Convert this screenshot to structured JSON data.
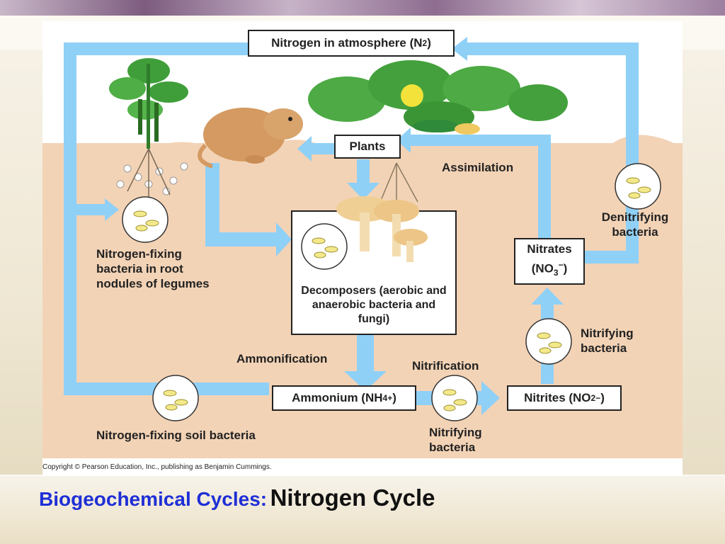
{
  "boxes": {
    "atmosphere": "Nitrogen in atmosphere (N",
    "atmosphere_sub": "2",
    "atmosphere_end": ")",
    "plants": "Plants",
    "decomposers": "Decomposers (aerobic and anaerobic bacteria and fungi)",
    "ammonium": "Ammonium (NH",
    "ammonium_sub": "4",
    "ammonium_sup": "+",
    "ammonium_end": ")",
    "nitrites": "Nitrites (NO",
    "nitrites_sub": "2",
    "nitrites_sup": "−",
    "nitrites_end": ")",
    "nitrates_line1": "Nitrates",
    "nitrates_line2": "(NO",
    "nitrates_sub": "3",
    "nitrates_sup": "−",
    "nitrates_end": ")"
  },
  "labels": {
    "assimilation": "Assimilation",
    "denitrifying": "Denitrifying bacteria",
    "nitrogen_fixing_root": "Nitrogen-fixing bacteria in root nodules of legumes",
    "ammonification": "Ammonification",
    "nitrification": "Nitrification",
    "nitrifying_top": "Nitrifying bacteria",
    "nitrifying_bottom": "Nitrifying bacteria",
    "nitrogen_fixing_soil": "Nitrogen-fixing soil bacteria"
  },
  "copyright": "Copyright © Pearson Education, Inc., publishing as Benjamin Cummings.",
  "title": {
    "prefix": "Biogeochemical Cycles:",
    "main": "Nitrogen Cycle"
  },
  "colors": {
    "arrow": "#8fd0f7",
    "soil": "#f3d3b6",
    "title_blue": "#1f2fd6"
  }
}
